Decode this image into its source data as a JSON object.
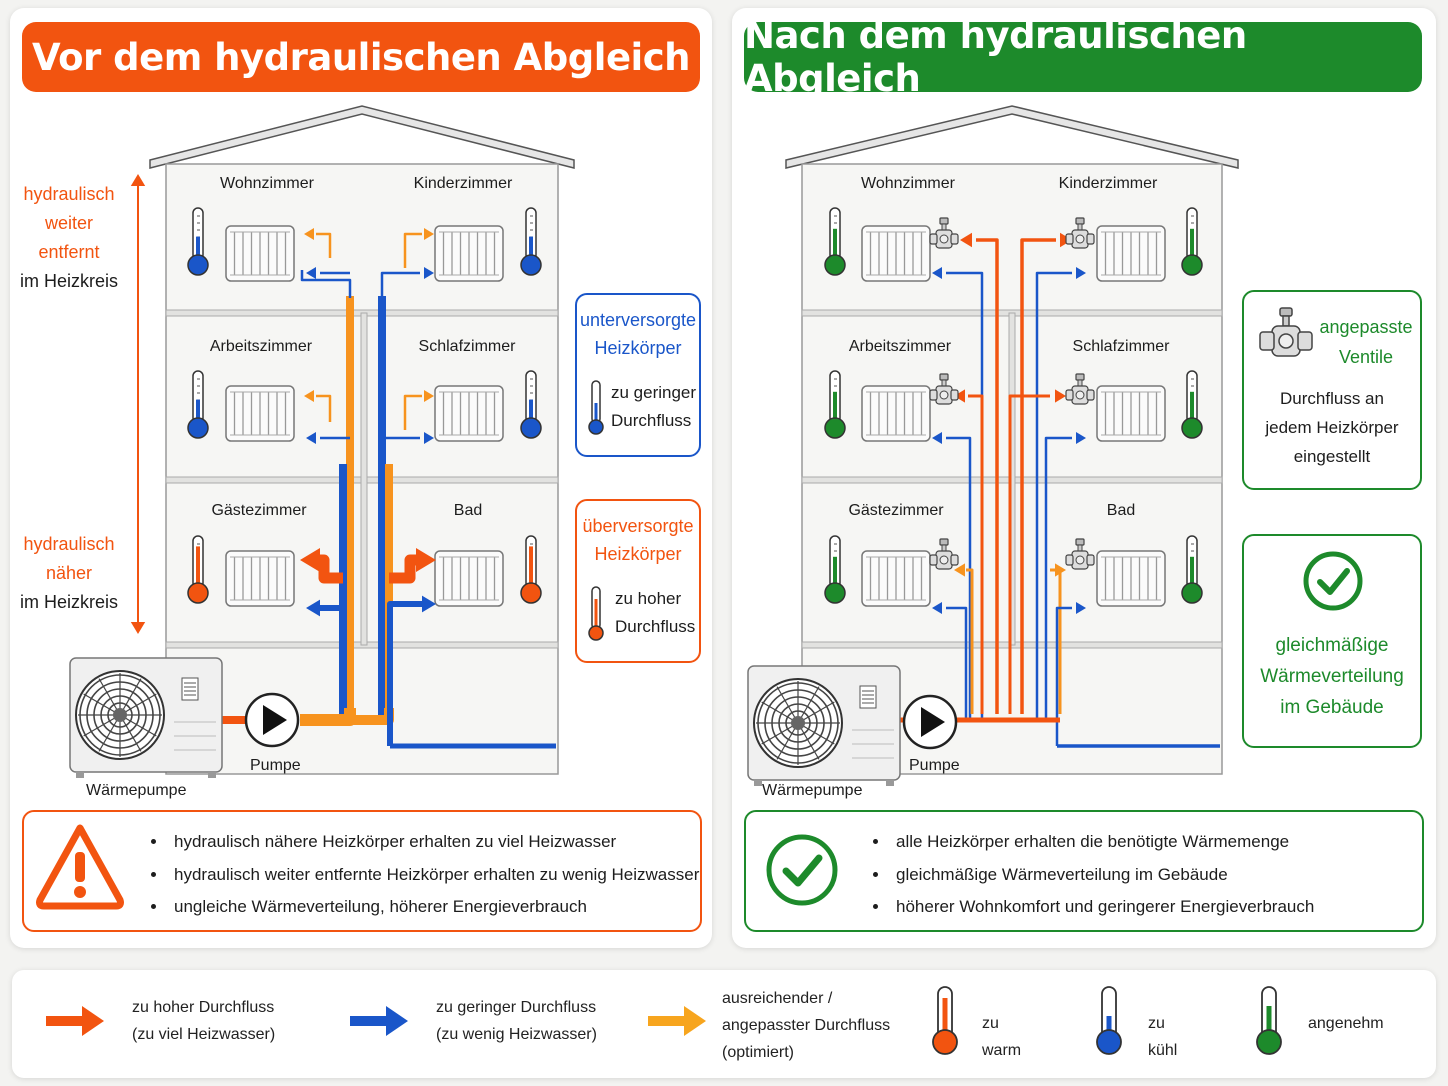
{
  "left": {
    "title": "Vor dem hydraulischen Abgleich",
    "rooms": [
      "Wohnzimmer",
      "Kinderzimmer",
      "Arbeitszimmer",
      "Schlafzimmer",
      "Gästezimmer",
      "Bad"
    ],
    "far_label": {
      "line1": "hydraulisch",
      "line2": "weiter",
      "line3": "entfernt",
      "line4": "im Heizkreis"
    },
    "near_label": {
      "line1": "hydraulisch",
      "line2": "näher",
      "line3": "im Heizkreis"
    },
    "under_box": {
      "title1": "unterversorgte",
      "title2": "Heizkörper",
      "body1": "zu geringer",
      "body2": "Durchfluss"
    },
    "over_box": {
      "title1": "überversorgte",
      "title2": "Heizkörper",
      "body1": "zu hoher",
      "body2": "Durchfluss"
    },
    "pump_label": "Pumpe",
    "heatpump_label": "Wärmepumpe",
    "summary": [
      "hydraulisch nähere Heizkörper erhalten zu viel Heizwasser",
      "hydraulisch weiter entfernte Heizkörper erhalten zu wenig Heizwasser",
      "ungleiche Wärmeverteilung, höherer Energieverbrauch"
    ]
  },
  "right": {
    "title": "Nach dem hydraulischen Abgleich",
    "rooms": [
      "Wohnzimmer",
      "Kinderzimmer",
      "Arbeitszimmer",
      "Schlafzimmer",
      "Gästezimmer",
      "Bad"
    ],
    "valve_box": {
      "title1": "angepasste",
      "title2": "Ventile",
      "body1": "Durchfluss an",
      "body2": "jedem Heizkörper",
      "body3": "eingestellt"
    },
    "even_box": {
      "line1": "gleichmäßige",
      "line2": "Wärmeverteilung",
      "line3": "im Gebäude"
    },
    "pump_label": "Pumpe",
    "heatpump_label": "Wärmepumpe",
    "summary": [
      "alle Heizkörper erhalten die benötigte Wärmemenge",
      "gleichmäßige Wärmeverteilung im Gebäude",
      "höherer Wohnkomfort und geringerer Energieverbrauch"
    ]
  },
  "legend": [
    {
      "icon": "orange-red-arrow",
      "line1": "zu hoher Durchfluss",
      "line2": "(zu viel Heizwasser)"
    },
    {
      "icon": "blue-arrow",
      "line1": "zu geringer Durchfluss",
      "line2": "(zu wenig Heizwasser)"
    },
    {
      "icon": "orange-arrow",
      "line1": "ausreichender /",
      "line2": "angepasster Durchfluss",
      "line3": "(optimiert)"
    },
    {
      "icon": "thermometer-orange",
      "label": "zu warm"
    },
    {
      "icon": "thermometer-blue",
      "label": "zu kühl"
    },
    {
      "icon": "thermometer-green",
      "label": "angenehm"
    }
  ],
  "colors": {
    "orange_red": "#f25410",
    "orange": "#f7931e",
    "blue": "#1a56c9",
    "green": "#1d8a2b",
    "box_blue_border": "#1a56c9",
    "box_orange_border": "#f25410"
  }
}
